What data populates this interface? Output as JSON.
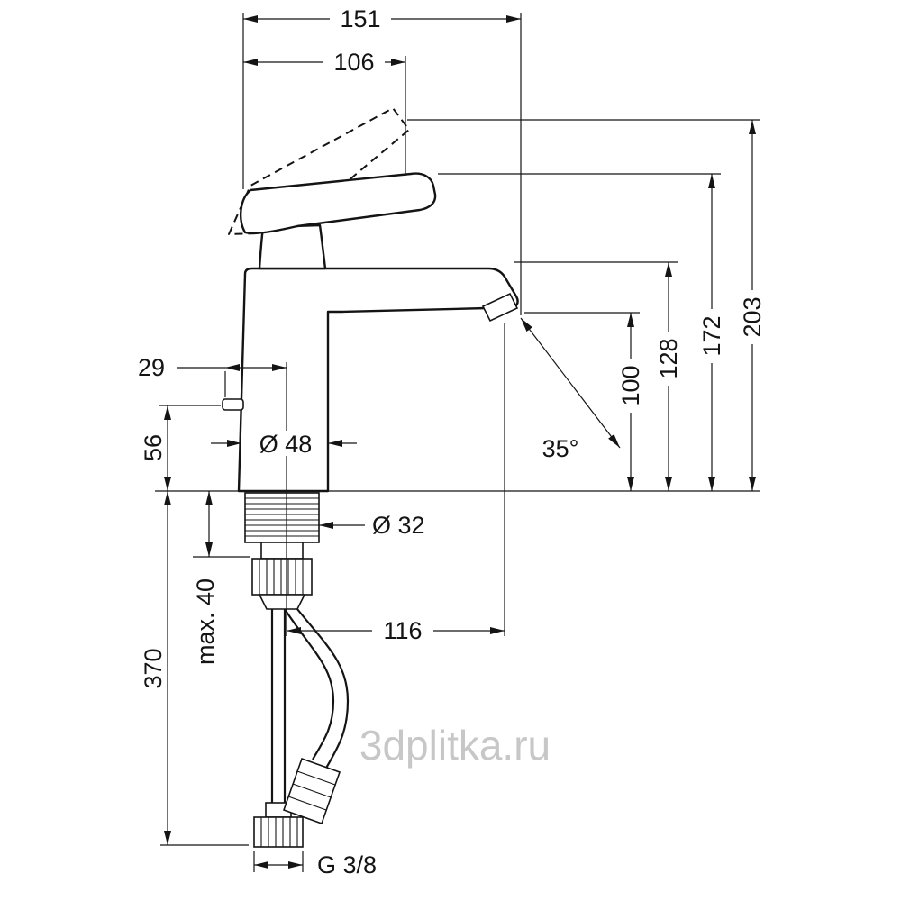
{
  "dims": {
    "d151": "151",
    "d106": "106",
    "d29": "29",
    "d56": "56",
    "d48": "Ø 48",
    "d32": "Ø 32",
    "d100": "100",
    "d128": "128",
    "d172": "172",
    "d203": "203",
    "d35": "35°",
    "d116": "116",
    "dmax": "max. 40",
    "d370": "370",
    "dg38": "G 3/8"
  },
  "watermark": "3dplitka.ru"
}
